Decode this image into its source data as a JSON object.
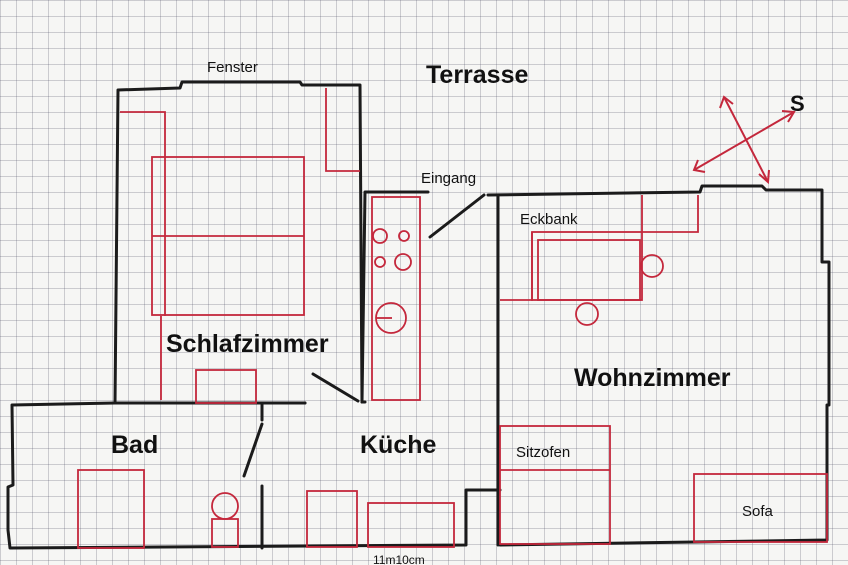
{
  "labels": {
    "terrasse": "Terrasse",
    "fenster": "Fenster",
    "eingang": "Eingang",
    "eckbank": "Eckbank",
    "schlafzimmer": "Schlafzimmer",
    "wohnzimmer": "Wohnzimmer",
    "bad": "Bad",
    "kueche": "Küche",
    "sitzofen": "Sitzofen",
    "sofa": "Sofa",
    "compass": "S",
    "dimension": "11m10cm"
  },
  "colors": {
    "wall": "#1b1b1b",
    "furniture": "#c4283c",
    "grid": "#8a8aa0",
    "paper": "#f6f6f4"
  }
}
